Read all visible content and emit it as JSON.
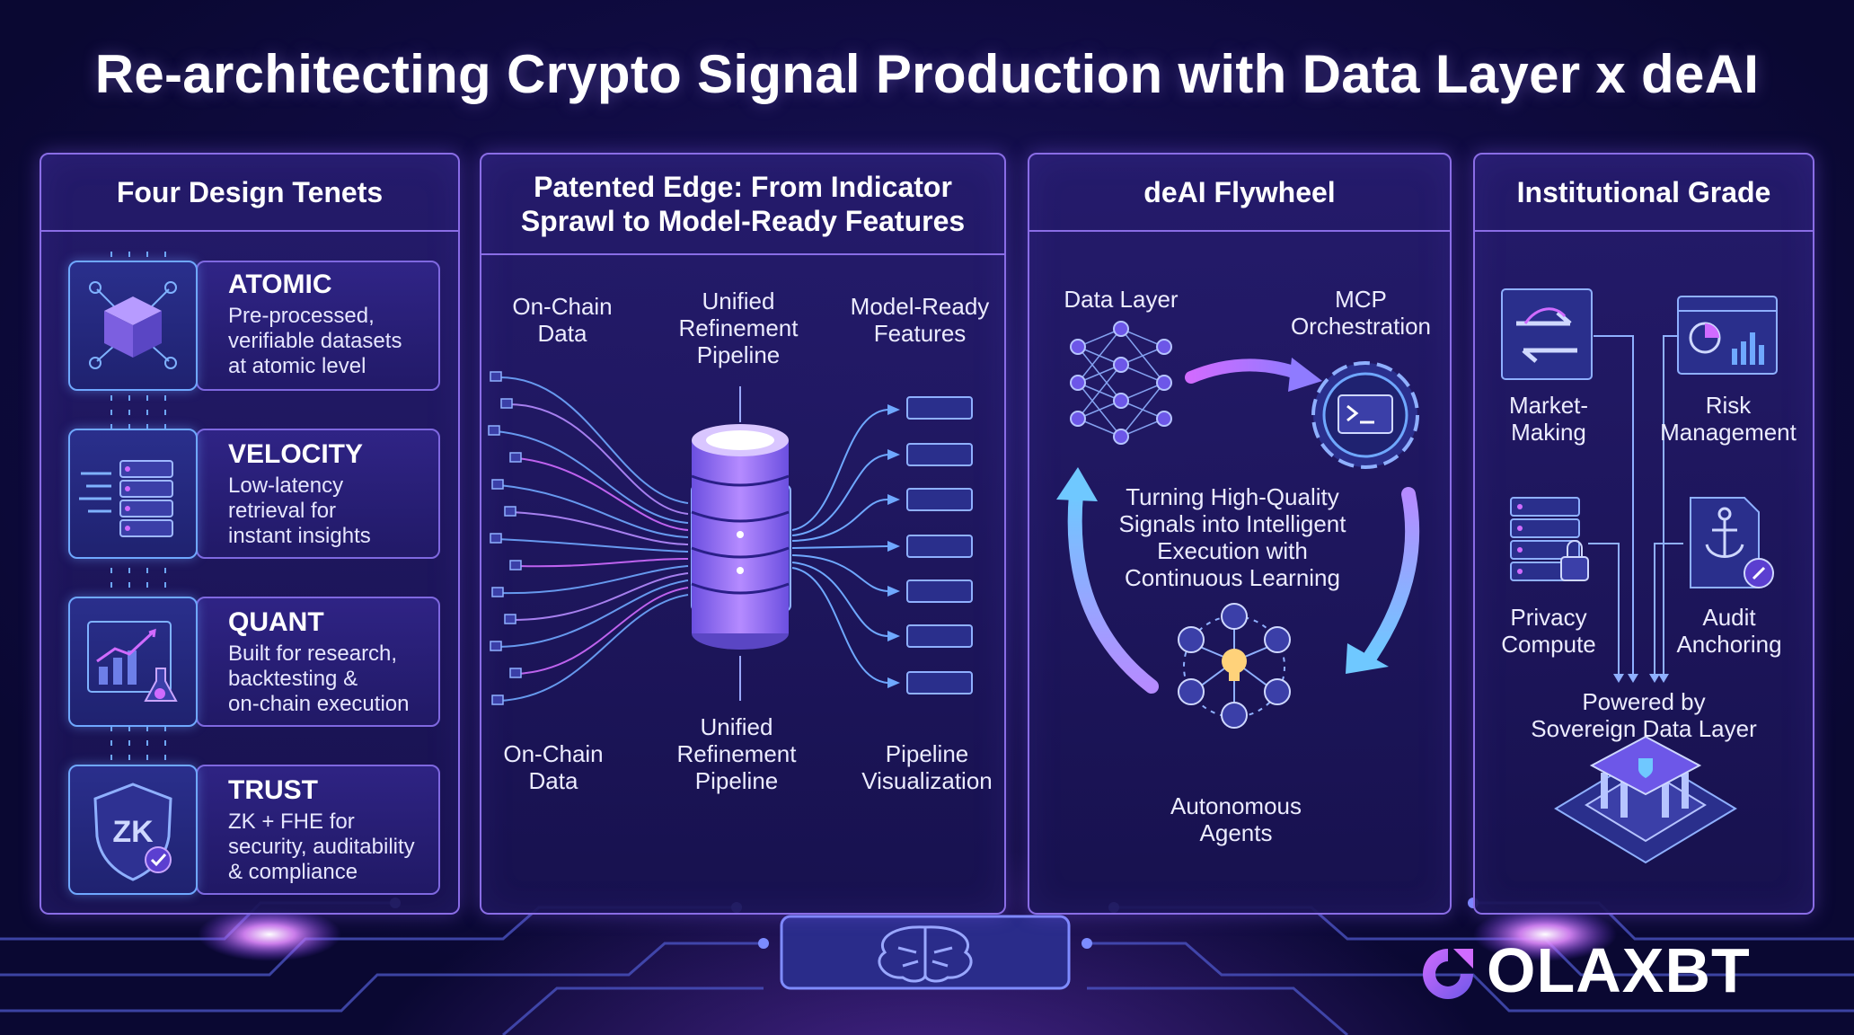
{
  "title": "Re-architecting Crypto Signal Production with Data Layer x deAI",
  "panels": {
    "tenets": {
      "heading": "Four Design Tenets",
      "items": [
        {
          "name": "ATOMIC",
          "lines": [
            "Pre-processed,",
            "verifiable datasets",
            "at atomic level"
          ]
        },
        {
          "name": "VELOCITY",
          "lines": [
            "Low-latency",
            "retrieval for",
            "instant insights"
          ]
        },
        {
          "name": "QUANT",
          "lines": [
            "Built for research,",
            "backtesting &",
            "on-chain execution"
          ]
        },
        {
          "name": "TRUST",
          "lines": [
            "ZK + FHE for",
            "security, auditability",
            "& compliance"
          ],
          "badge": "ZK"
        }
      ]
    },
    "edge": {
      "heading_lines": [
        "Patented Edge: From Indicator",
        "Sprawl to Model-Ready Features"
      ],
      "top_labels": [
        {
          "lines": [
            "On-Chain",
            "Data"
          ]
        },
        {
          "lines": [
            "Unified",
            "Refinement",
            "Pipeline"
          ]
        },
        {
          "lines": [
            "Model-Ready",
            "Features"
          ]
        }
      ],
      "bottom_labels": [
        {
          "lines": [
            "On-Chain",
            "Data"
          ]
        },
        {
          "lines": [
            "Unified",
            "Refinement",
            "Pipeline"
          ]
        },
        {
          "lines": [
            "Pipeline",
            "Visualization"
          ]
        }
      ]
    },
    "flywheel": {
      "heading": "deAI Flywheel",
      "data_layer": "Data Layer",
      "mcp_lines": [
        "MCP",
        "Orchestration"
      ],
      "center_lines": [
        "Turning High-Quality",
        "Signals into Intelligent",
        "Execution with",
        "Continuous Learning"
      ],
      "agents_lines": [
        "Autonomous",
        "Agents"
      ]
    },
    "institutional": {
      "heading": "Institutional Grade",
      "items": [
        {
          "lines": [
            "Market-",
            "Making"
          ]
        },
        {
          "lines": [
            "Risk",
            "Management"
          ]
        },
        {
          "lines": [
            "Privacy",
            "Compute"
          ]
        },
        {
          "lines": [
            "Audit",
            "Anchoring"
          ]
        }
      ],
      "powered_lines": [
        "Powered by",
        "Sovereign Data Layer"
      ]
    }
  },
  "logo": {
    "text": "OLAXBT"
  },
  "colors": {
    "accent": "#8a6de6",
    "cyan": "#6fa8ff",
    "magenta": "#d06bff",
    "background": "#110c45"
  }
}
